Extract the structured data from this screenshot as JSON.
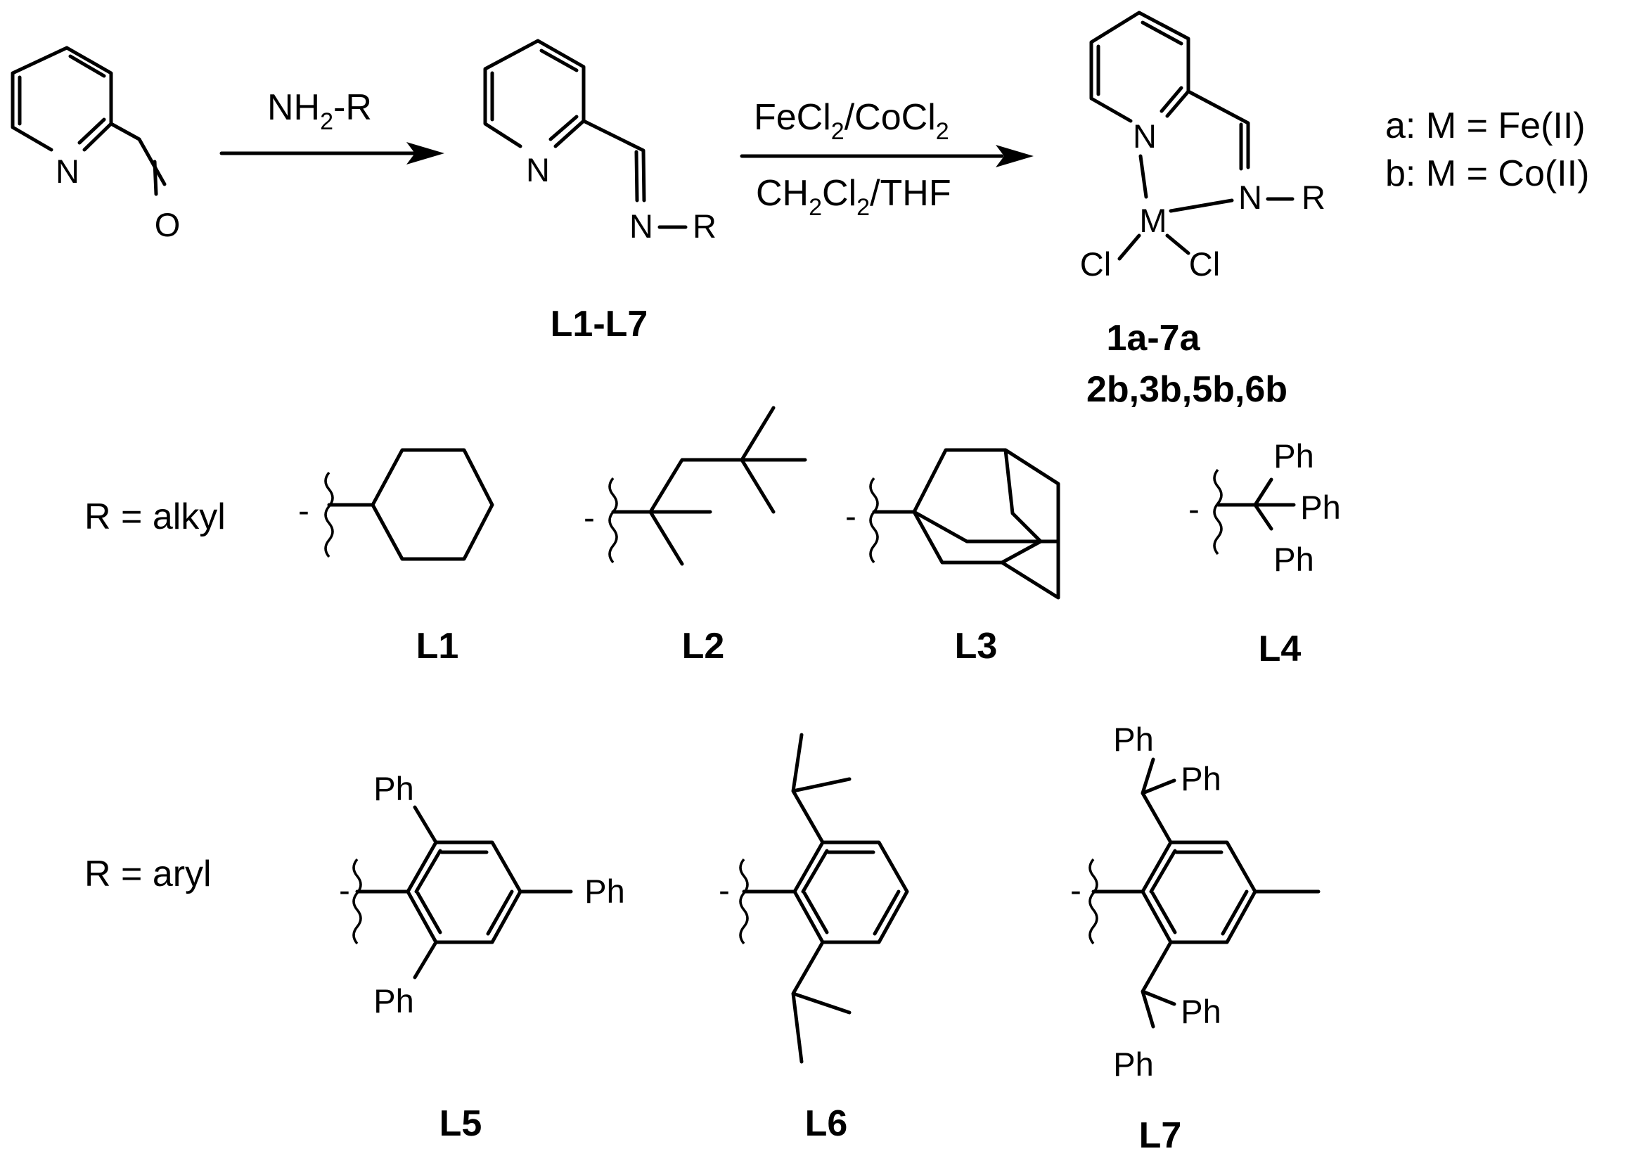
{
  "reaction": {
    "step1_reagent_main": "NH",
    "step1_reagent_sub": "2",
    "step1_reagent_tail": "-R",
    "step2_above": [
      "FeCl",
      "2",
      "/CoCl",
      "2"
    ],
    "step2_below": [
      "CH",
      "2",
      "Cl",
      "2",
      "/THF"
    ]
  },
  "atoms": {
    "n": "N",
    "o": "O",
    "r": "R",
    "m": "M",
    "cl": "Cl",
    "ph": "Ph",
    "dash": "-"
  },
  "compounds": {
    "ligand_range": "L1-L7",
    "complex_range_1": "1a-7a",
    "complex_range_2": "2b,3b,5b,6b"
  },
  "metal_key": {
    "line_a": "a: M = Fe(II)",
    "line_b": "b: M = Co(II)"
  },
  "substituents": {
    "alkyl_label": "R = alkyl",
    "aryl_label": "R = aryl",
    "labels": [
      "L1",
      "L2",
      "L3",
      "L4",
      "L5",
      "L6",
      "L7"
    ]
  }
}
